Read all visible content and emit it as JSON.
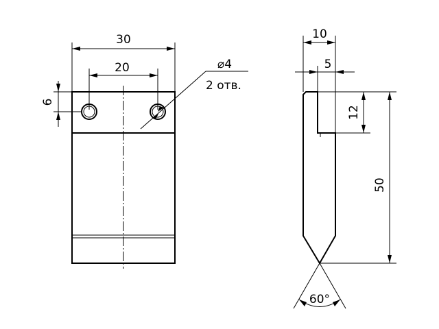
{
  "drawing": {
    "front_view": {
      "dim_overall_width": "30",
      "dim_hole_spacing": "20",
      "dim_hole_offset": "6",
      "hole_callout_diameter": "⌀4",
      "hole_callout_count": "2 отв."
    },
    "side_view": {
      "dim_thickness": "10",
      "dim_step": "5",
      "dim_step_height": "12",
      "dim_length": "50",
      "dim_tip_angle": "60°"
    }
  }
}
